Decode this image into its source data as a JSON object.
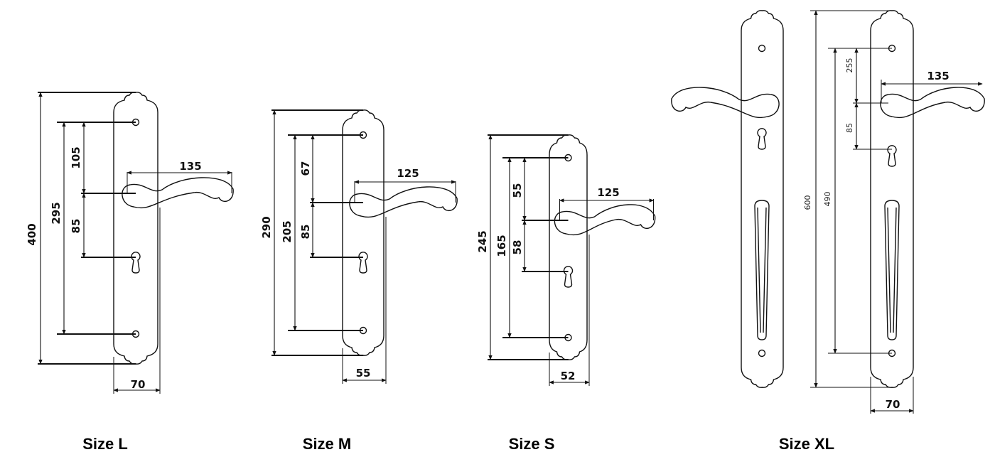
{
  "figures": [
    {
      "caption": "Size L",
      "height": "400",
      "screw_spacing": "295",
      "upper": "105",
      "lower": "85",
      "lever_length": "135",
      "width": "70"
    },
    {
      "caption": "Size M",
      "height": "290",
      "screw_spacing": "205",
      "upper": "67",
      "lower": "85",
      "lever_length": "125",
      "width": "55"
    },
    {
      "caption": "Size S",
      "height": "245",
      "screw_spacing": "165",
      "upper": "55",
      "lower": "58",
      "lever_length": "125",
      "width": "52"
    },
    {
      "caption": "Size XL",
      "height": "600",
      "screw_spacing": "490",
      "upper": "255",
      "lower": "85",
      "lever_length": "135",
      "width": "70"
    }
  ]
}
